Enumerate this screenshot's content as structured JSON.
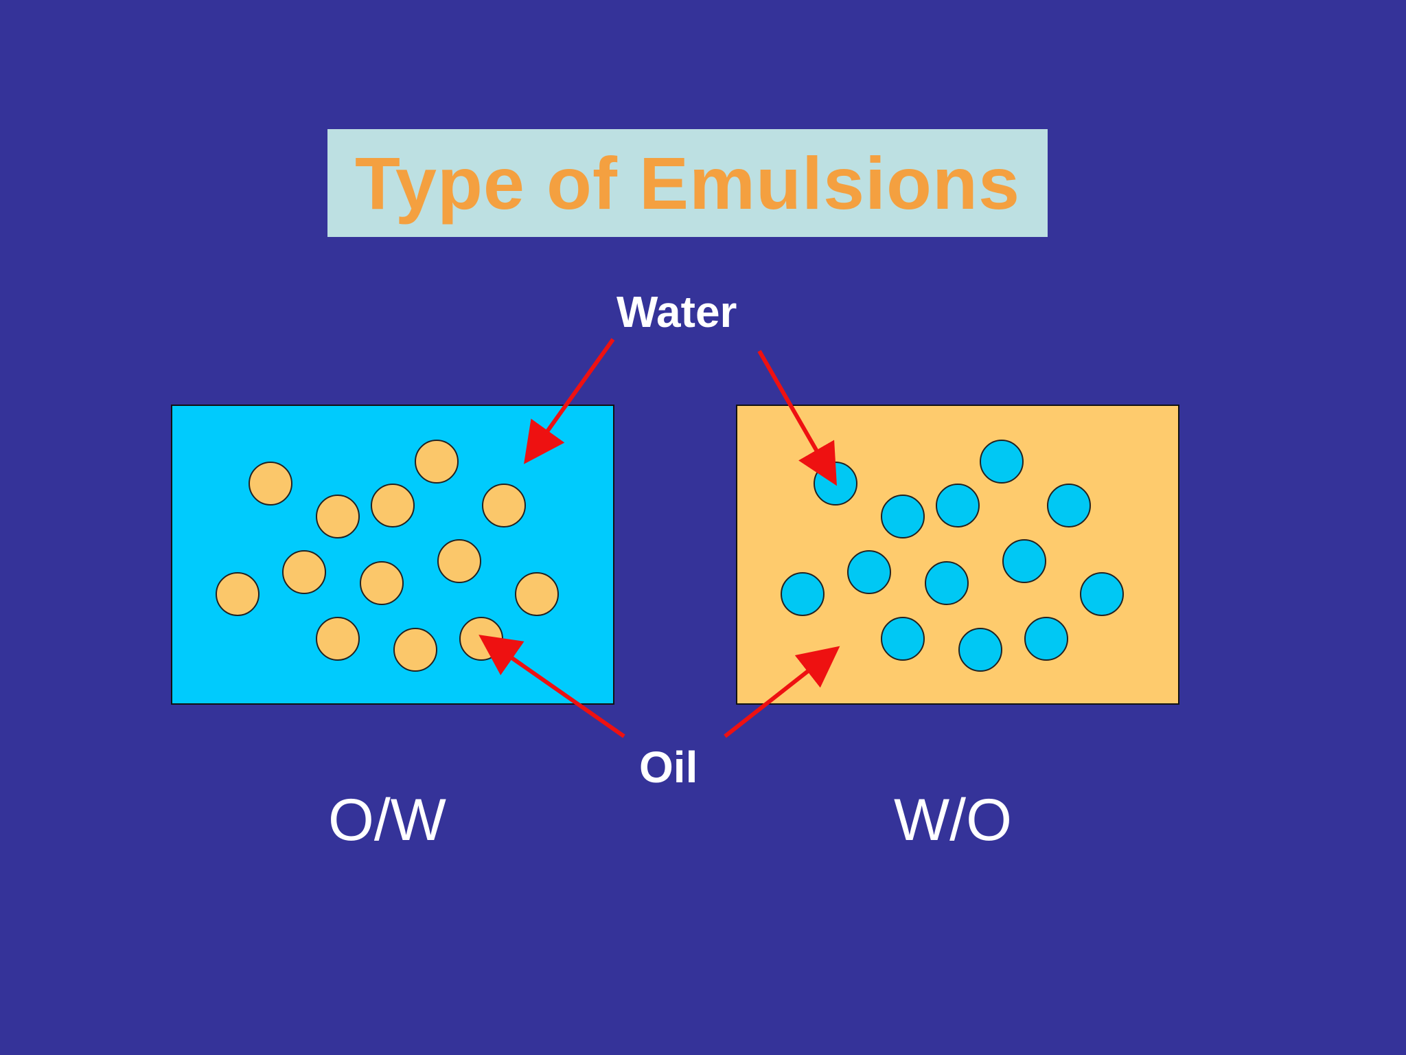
{
  "title": "Type of Emulsions",
  "labels": {
    "water": "Water",
    "oil": "Oil"
  },
  "panels": {
    "ow": {
      "caption": "O/W"
    },
    "wo": {
      "caption": "W/O"
    }
  },
  "colors": {
    "background": "#353399",
    "title_box": "#bde0e2",
    "title_text": "#f4a040",
    "water": "#00cbfd",
    "oil": "#fecb6d",
    "arrow": "#ee1111"
  }
}
